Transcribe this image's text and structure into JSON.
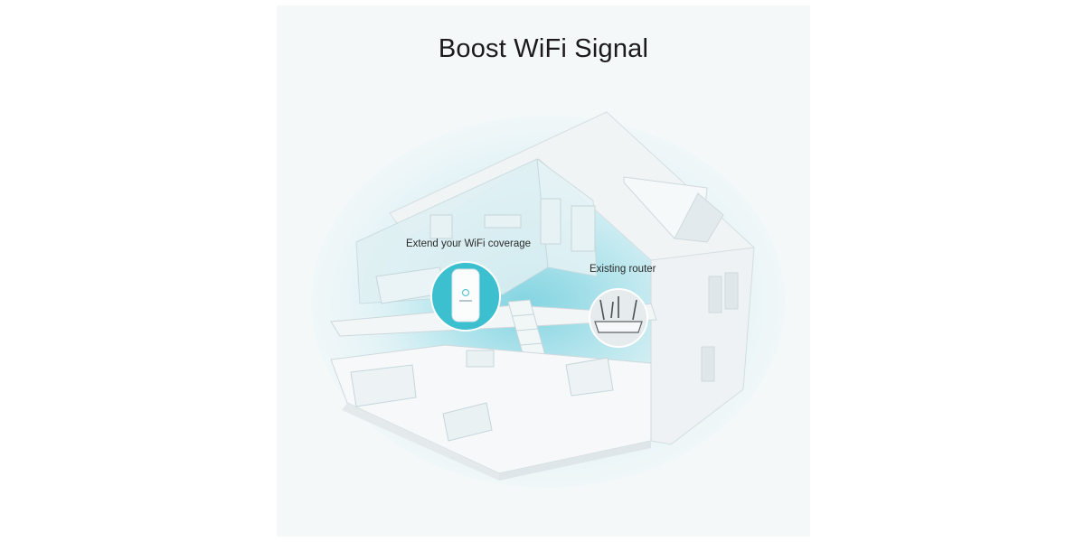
{
  "title": "Boost WiFi Signal",
  "extender": {
    "label": "Extend your WiFi coverage",
    "icon": "range-extender-icon"
  },
  "router": {
    "label": "Existing router",
    "icon": "wifi-router-icon"
  },
  "colors": {
    "panel_background": "#f5f8f9",
    "signal_glow": "#b9e6ee",
    "extender_badge": "#3dbfcf",
    "router_badge": "#e7ecee",
    "house": "#e9eef0"
  }
}
